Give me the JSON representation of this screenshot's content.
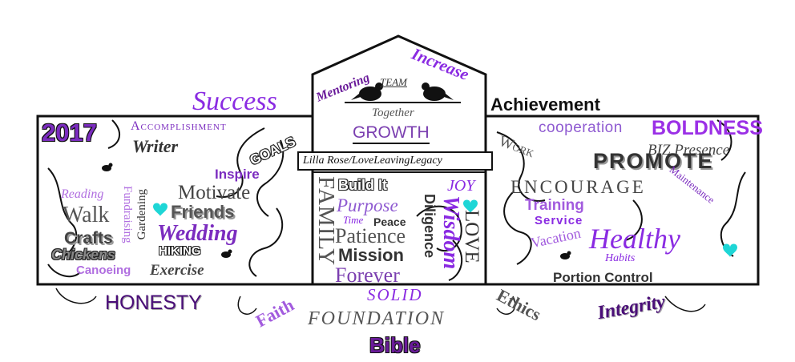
{
  "colors": {
    "primary_purple": "#8a2be2",
    "dark_purple": "#3b0a6b",
    "light_purple": "#b06ee0",
    "turquoise_heart": "#1ed6d6",
    "outline": "#111111"
  },
  "icons": [
    "heart-icon",
    "bird-icon",
    "vine-icon"
  ],
  "roof": {
    "words": [
      "Mentoring",
      "TEAM",
      "Increase",
      "Together",
      "GROWTH"
    ],
    "banner": "Lilla Rose/LoveLeavingLegacy"
  },
  "top_left": {
    "success": "Success"
  },
  "top_right": {
    "achievement": "Achievement"
  },
  "left_wing": {
    "year": "2017",
    "words": {
      "accomplishment": "Accomplishment",
      "writer": "Writer",
      "goals": "GOALS",
      "inspire": "Inspire",
      "motivate": "Motivate",
      "reading": "Reading",
      "walk": "Walk",
      "crafts": "Crafts",
      "chickens": "Chickens",
      "fundraising": "Fundraising",
      "gardening": "Gardening",
      "friends": "Friends",
      "wedding": "Wedding",
      "hiking": "HIKING",
      "canoeing": "Canoeing",
      "exercise": "Exercise"
    }
  },
  "center": {
    "words": {
      "build_it": "Build It",
      "joy": "JOY",
      "family": "FAMILY",
      "purpose": "Purpose",
      "time": "Time",
      "peace": "Peace",
      "diligence": "Diligence",
      "wisdom": "Wisdom",
      "love": "LOVE",
      "patience": "Patience",
      "mission": "Mission",
      "forever": "Forever"
    }
  },
  "right_wing": {
    "words": {
      "cooperation": "cooperation",
      "boldness": "BOLDNESS",
      "work": "Work",
      "biz_presence": "BIZ Presence",
      "promote": "PROMOTE",
      "encourage": "ENCOURAGE",
      "maintenance": "Maintenance",
      "training": "Training",
      "service": "Service",
      "vacation": "Vacation",
      "healthy": "Healthy",
      "habits": "Habits",
      "portion_control": "Portion Control"
    }
  },
  "foundation": {
    "honesty": "HONESTY",
    "faith": "Faith",
    "solid": "SOLID",
    "foundation": "FOUNDATION",
    "ethics": "Ethics",
    "integrity": "Integrity",
    "bible": "Bible"
  }
}
